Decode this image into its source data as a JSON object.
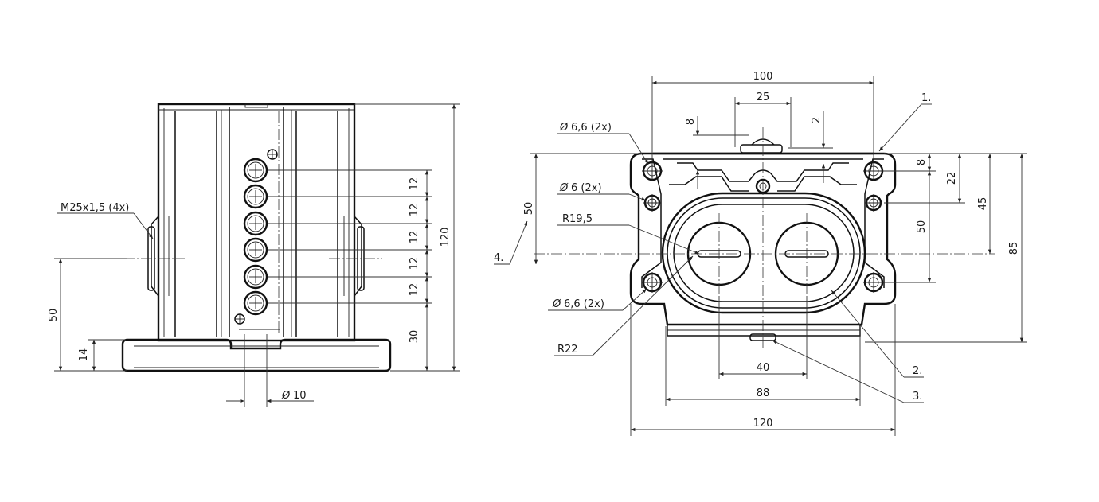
{
  "side_view": {
    "callouts": {
      "cable_glands": "M25x1,5 (4x)",
      "pin_diameter": "10"
    },
    "dims": {
      "total_height": "120",
      "gland_axis_height": "50",
      "flange_height": "14",
      "pitch_1": "12",
      "pitch_2": "12",
      "pitch_3": "12",
      "pitch_4": "12",
      "pitch_5": "12",
      "bottom_offset": "30"
    }
  },
  "front_view": {
    "callouts": {
      "top_holes": "6,6 (2x)",
      "mid_holes": "6 (2x)",
      "bottom_holes": "6,6 (2x)",
      "inner_radius": "R19,5",
      "outer_radius": "R22"
    },
    "dims": {
      "overall_top_width": "100",
      "center_width": "25",
      "small_8": "8",
      "small_2": "2",
      "left_50": "50",
      "right_8": "8",
      "right_22": "22",
      "right_45": "45",
      "right_50": "50",
      "right_85": "85",
      "bottom_40": "40",
      "bottom_88": "88",
      "bottom_120": "120"
    },
    "item_labels": {
      "item_1": "1.",
      "item_2": "2.",
      "item_3": "3.",
      "item_4": "4."
    }
  },
  "symbols": {
    "diameter": "Ø"
  }
}
